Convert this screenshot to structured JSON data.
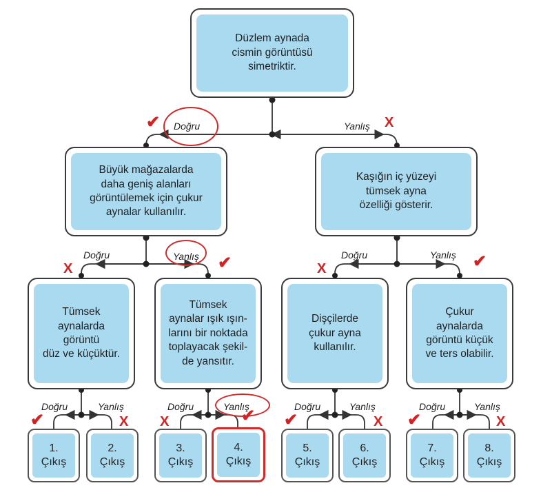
{
  "nodes": {
    "root": "Düzlem aynada\ncismin görüntüsü\nsimetriktir.",
    "left": "Büyük mağazalarda\ndaha geniş alanları\ngörüntülemek için çukur\naynalar kullanılır.",
    "right": "Kaşığın iç yüzeyi\ntümsek ayna\nözelliği gösterir.",
    "ll": "Tümsek\naynalarda\ngörüntü\ndüz ve küçüktür.",
    "lr": "Tümsek\naynalar ışık ışın-\nlarını bir noktada\ntoplayacak şekil-\nde yansıtır.",
    "rl": "Dişçilerde\nçukur ayna\nkullanılır.",
    "rr": "Çukur\naynalarda\ngörüntü küçük\nve ters olabilir."
  },
  "branch": {
    "true_label": "Doğru",
    "false_label": "Yanlış"
  },
  "exits": [
    "1.\nÇıkış",
    "2.\nÇıkış",
    "3.\nÇıkış",
    "4.\nÇıkış",
    "5.\nÇıkış",
    "6.\nÇıkış",
    "7.\nÇıkış",
    "8.\nÇıkış"
  ],
  "selected_exit": 4,
  "marks": {
    "check": "✔",
    "cross": "X"
  },
  "colors": {
    "box_fill": "#a9daf0",
    "mark_red": "#d42222",
    "line": "#333333"
  }
}
